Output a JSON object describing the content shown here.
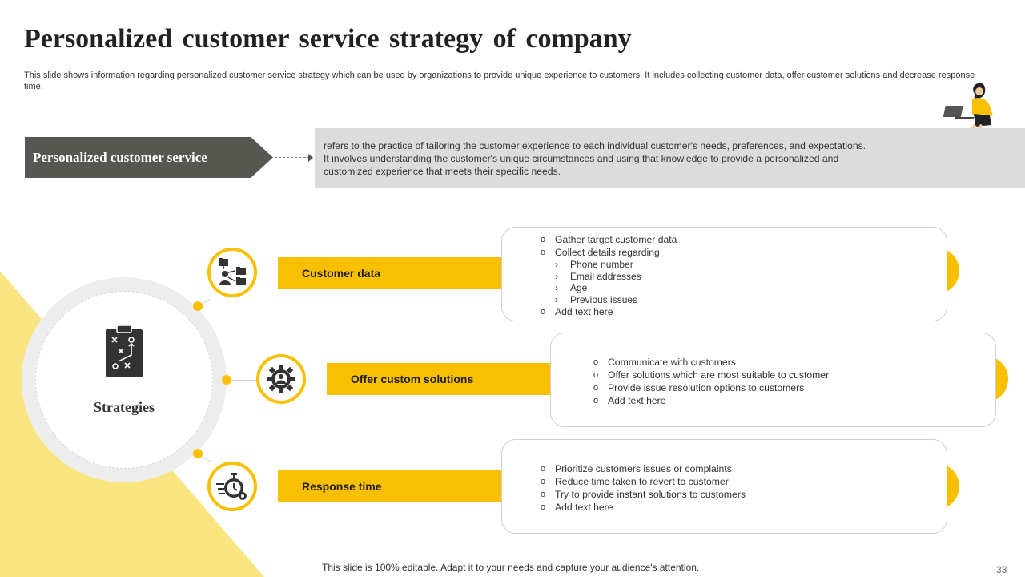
{
  "slide": {
    "title": "Personalized customer service strategy of company",
    "subtitle": "This slide shows information regarding personalized customer service strategy which can be used by organizations to provide unique experience to customers. It includes collecting customer data, offer customer solutions and decrease response time.",
    "footer": "This slide is 100% editable. Adapt it to your needs and capture your audience's attention.",
    "page_number": "33"
  },
  "definition": {
    "label": "Personalized customer service",
    "text": "refers to the practice of tailoring the customer experience to each individual customer's needs, preferences, and expectations. It involves understanding the customer's unique circumstances and using that knowledge to provide a personalized and customized experience that meets their specific needs."
  },
  "center": {
    "label": "Strategies",
    "icon": "strategy-board-icon"
  },
  "strategies": [
    {
      "label": "Customer data",
      "icon": "data-folders-icon",
      "items": [
        "Gather target customer data",
        "Collect details regarding"
      ],
      "subitems": [
        "Phone number",
        "Email addresses",
        "Age",
        "Previous issues"
      ],
      "last_item": "Add text here"
    },
    {
      "label": "Offer custom solutions",
      "icon": "gear-person-icon",
      "items": [
        "Communicate with customers",
        "Offer solutions which are most suitable to customer",
        "Provide issue resolution options to customers",
        "Add text here"
      ]
    },
    {
      "label": "Response time",
      "icon": "stopwatch-icon",
      "items": [
        "Prioritize customers issues or complaints",
        "Reduce time taken to revert to customer",
        "Try to provide instant solutions to customers",
        "Add text here"
      ]
    }
  ],
  "colors": {
    "accent": "#f8c000",
    "dark": "#575752",
    "panel": "#dcdcdc",
    "soft_yellow": "#f8e580"
  }
}
